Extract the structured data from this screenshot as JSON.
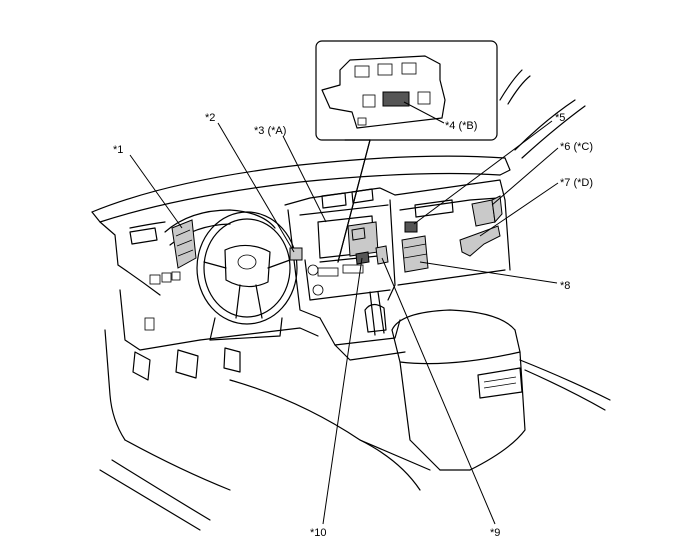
{
  "callouts": {
    "c1": "*1",
    "c2": "*2",
    "c3": "*3 (*A)",
    "c4": "*4 (*B)",
    "c5": "*5",
    "c6": "*6 (*C)",
    "c7": "*7 (*D)",
    "c8": "*8",
    "c9": "*9",
    "c10": "*10"
  }
}
